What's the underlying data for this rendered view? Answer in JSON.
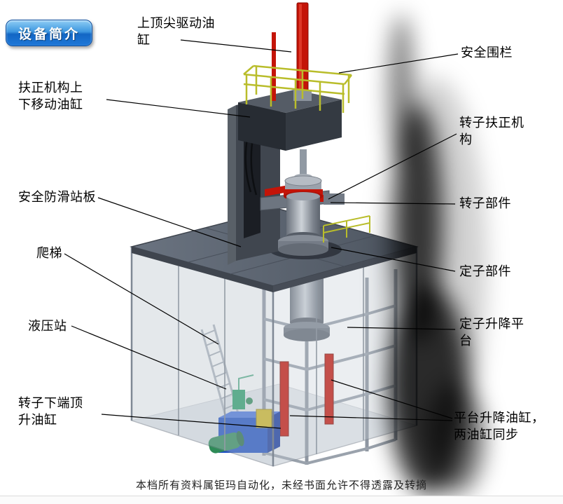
{
  "badge": {
    "label": "设备简介"
  },
  "labels": {
    "top_drive_cylinder": "上顶尖驱动油\n缸",
    "safety_fence": "安全围栏",
    "centering_updown_cylinder": "扶正机构上\n下移动油缸",
    "rotor_centering_mechanism": "转子扶正机\n构",
    "antislip_platform": "安全防滑站板",
    "rotor_component": "转子部件",
    "ladder": "爬梯",
    "stator_component": "定子部件",
    "hydraulic_station": "液压站",
    "stator_lift_platform": "定子升降平\n台",
    "rotor_bottom_jack_cylinder": "转子下端顶\n升油缸",
    "platform_lift_cylinders": "平台升降油缸，\n两油缸同步"
  },
  "footer": {
    "text": "本档所有资料属钜玛自动化，未经书面允许不得透露及转摘"
  },
  "colors": {
    "red": "#c41408",
    "yellow": "#b9bd2b",
    "blue_tank": "#1d4fc4",
    "green_motor": "#2e8b57",
    "deck_gray": "#5b6370"
  }
}
